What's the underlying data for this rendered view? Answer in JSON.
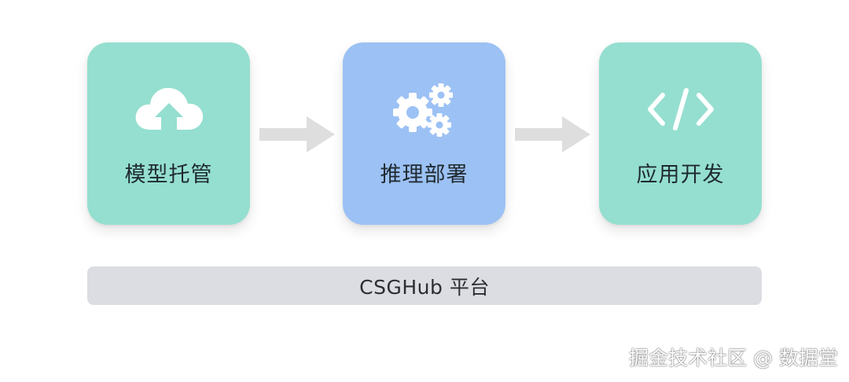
{
  "steps": [
    {
      "label": "模型托管",
      "icon": "cloud-upload-icon",
      "color": "#95dfd0"
    },
    {
      "label": "推理部署",
      "icon": "gears-icon",
      "color": "#9cc1f4"
    },
    {
      "label": "应用开发",
      "icon": "code-icon",
      "color": "#95dfd0"
    }
  ],
  "platform": {
    "label": "CSGHub 平台",
    "color": "#dcdde2"
  },
  "watermark": "掘金技术社区 @ 数据堂",
  "colors": {
    "arrow": "#dedede",
    "icon": "#ffffff"
  }
}
